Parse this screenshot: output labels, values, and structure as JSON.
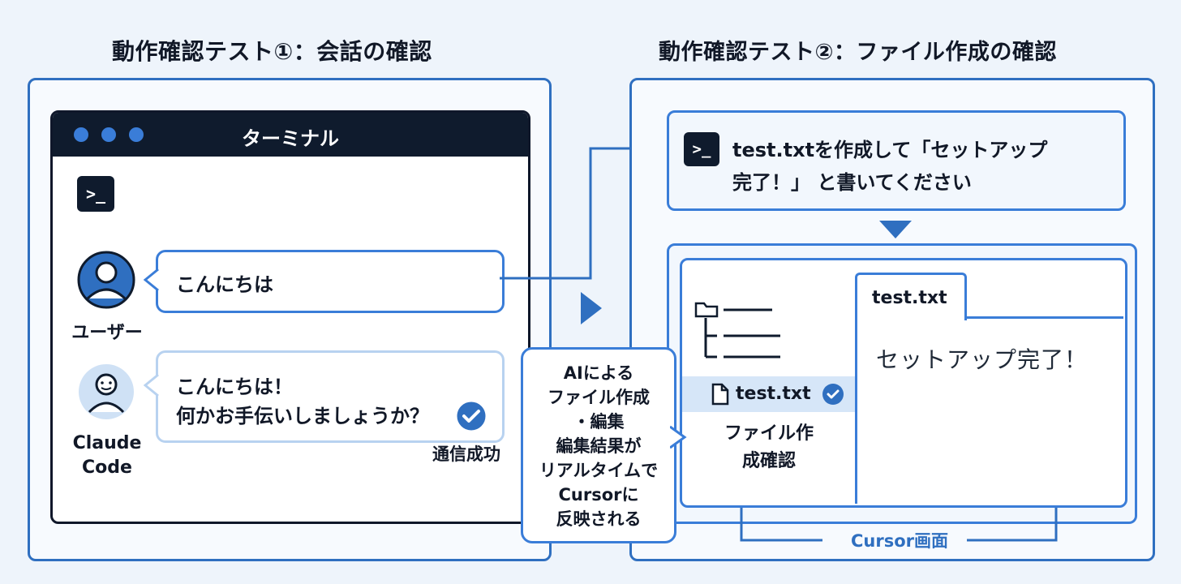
{
  "left": {
    "title": "動作確認テスト①：会話の確認",
    "terminal_title": "ターミナル",
    "prompt_glyph": ">_",
    "user_message": "こんにちは",
    "user_label": "ユーザー",
    "assistant_line1": "こんにちは！",
    "assistant_line2": "何かお手伝いしましょうか？",
    "assistant_label_line1": "Claude",
    "assistant_label_line2": "Code",
    "success_label": "通信成功"
  },
  "callout": {
    "lines": [
      "AIによる",
      "ファイル作成",
      "・編集",
      "編集結果が",
      "リアルタイムで",
      "Cursorに",
      "反映される"
    ]
  },
  "right": {
    "title": "動作確認テスト②：ファイル作成の確認",
    "prompt_glyph": ">_",
    "instruction_line1": "test.txtを作成して「セットアップ",
    "instruction_line2": "完了！」 と書いてください",
    "file_name": "test.txt",
    "explorer_caption_line1": "ファイル作",
    "explorer_caption_line2": "成確認",
    "tab_name": "test.txt",
    "file_content": "セットアップ完了！",
    "cursor_label": "Cursor画面"
  },
  "colors": {
    "accent": "#2f6fc0",
    "dark": "#0f1b2d",
    "highlight": "#d6e6f8"
  }
}
